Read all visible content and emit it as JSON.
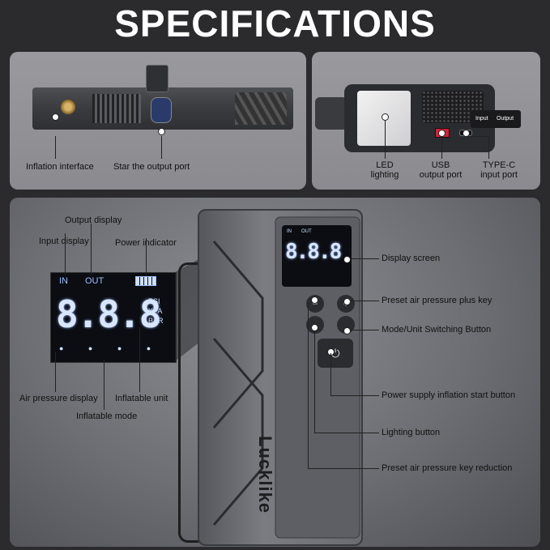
{
  "title": "SPECIFICATIONS",
  "panel_left": {
    "labels": {
      "inflation_interface": "Inflation interface",
      "output_port": "Star the output port"
    }
  },
  "panel_right": {
    "labels": {
      "led": "LED\nlighting",
      "usb": "USB\noutput port",
      "typec": "TYPE-C\ninput port"
    },
    "port_tag": {
      "input": "Input",
      "output": "Output"
    }
  },
  "lcd": {
    "in": "IN",
    "out": "OUT",
    "digits": "8.8.8",
    "units": [
      "PSI",
      "KPA",
      "BAR"
    ]
  },
  "device": {
    "brand": "Lucklike"
  },
  "callouts_left": {
    "output_display": "Output display",
    "input_display": "Input display",
    "power_indicator": "Power indicator",
    "air_pressure_display": "Air pressure display",
    "inflatable_unit": "Inflatable unit",
    "inflatable_mode": "Inflatable mode"
  },
  "callouts_right": {
    "display_screen": "Display screen",
    "plus_key": "Preset air pressure plus key",
    "mode_button": "Mode/Unit Switching Button",
    "power_start": "Power supply inflation start button",
    "lighting_button": "Lighting button",
    "reduction_key": "Preset air pressure key reduction"
  }
}
